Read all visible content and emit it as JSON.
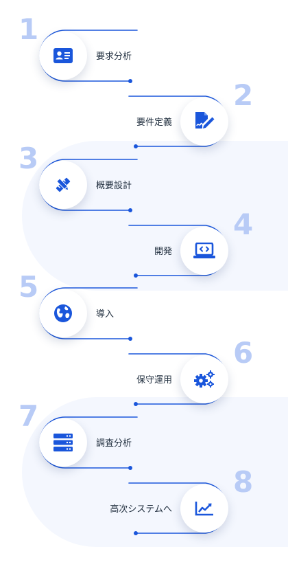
{
  "steps": [
    {
      "number": "1",
      "label": "要求分析",
      "icon": "id-card-icon"
    },
    {
      "number": "2",
      "label": "要件定義",
      "icon": "file-signature-icon"
    },
    {
      "number": "3",
      "label": "概要設計",
      "icon": "pencil-ruler-icon"
    },
    {
      "number": "4",
      "label": "開発",
      "icon": "laptop-code-icon"
    },
    {
      "number": "5",
      "label": "導入",
      "icon": "globe-icon"
    },
    {
      "number": "6",
      "label": "保守運用",
      "icon": "gears-icon"
    },
    {
      "number": "7",
      "label": "調査分析",
      "icon": "server-icon"
    },
    {
      "number": "8",
      "label": "高次システムへ",
      "icon": "chart-line-icon"
    }
  ],
  "colors": {
    "accent": "#1a56db",
    "number": "#b8cbf6",
    "band": "#f4f7fe"
  }
}
